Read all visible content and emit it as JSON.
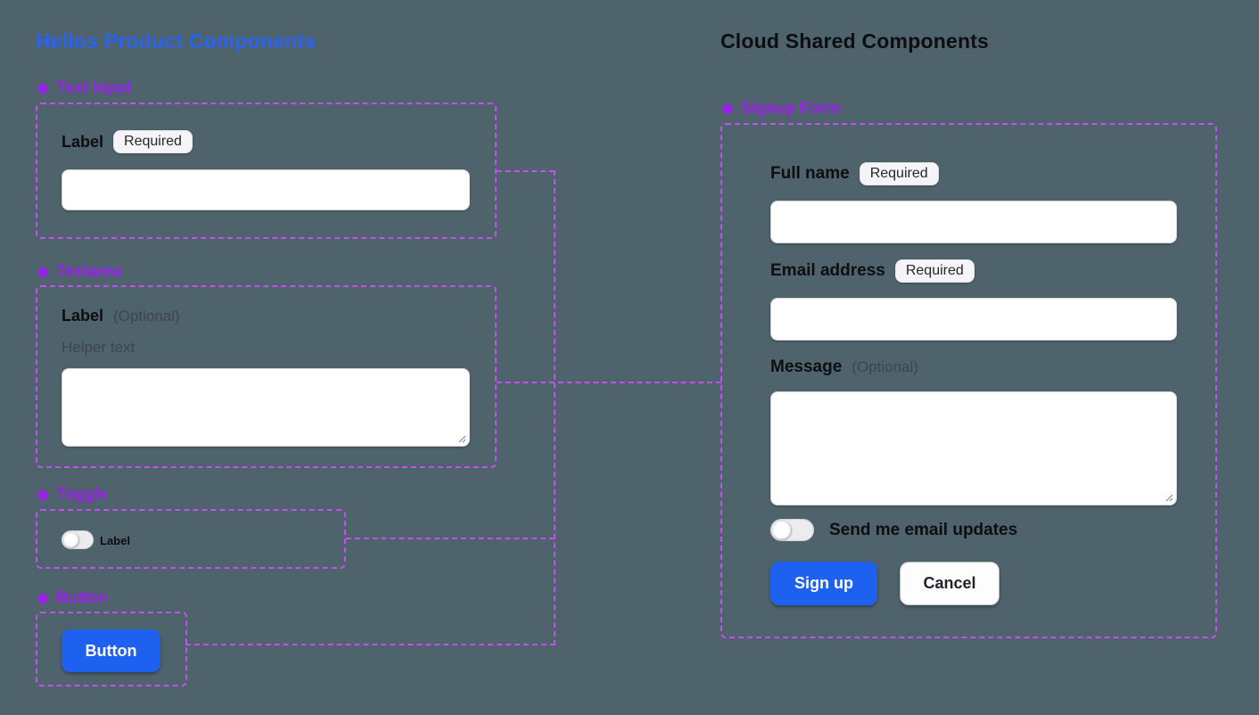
{
  "icons": {
    "component_glyph": "❖"
  },
  "colors": {
    "background": "#4E636B",
    "title_blue": "#2A62F1",
    "component_purple": "#9C1FF0",
    "dashed_purple": "#C44FF2",
    "primary_button_blue": "#1E61F0",
    "text_dark": "#0D0D12",
    "muted_gray": "#3F454D"
  },
  "left_panel": {
    "title": "Helios Product Components",
    "sections": [
      {
        "label": "Text Input"
      },
      {
        "label": "Textarea"
      },
      {
        "label": "Toggle"
      },
      {
        "label": "Button"
      }
    ],
    "text_input": {
      "label": "Label",
      "badge": "Required",
      "value": "",
      "placeholder": ""
    },
    "textarea": {
      "label": "Label",
      "optional": "(Optional)",
      "helper": "Helper text",
      "value": "",
      "placeholder": ""
    },
    "toggle": {
      "label": "Label",
      "state": "off"
    },
    "button": {
      "label": "Button"
    }
  },
  "right_panel": {
    "title": "Cloud Shared Components",
    "section_label": "Signup Form",
    "form": {
      "fields": [
        {
          "label": "Full name",
          "badge": "Required",
          "value": "",
          "placeholder": ""
        },
        {
          "label": "Email address",
          "badge": "Required",
          "value": "",
          "placeholder": ""
        },
        {
          "label": "Message",
          "optional": "(Optional)",
          "value": "",
          "placeholder": ""
        }
      ],
      "toggle": {
        "label": "Send me email updates",
        "state": "off"
      },
      "buttons": [
        {
          "label": "Sign up",
          "variant": "primary"
        },
        {
          "label": "Cancel",
          "variant": "secondary"
        }
      ]
    }
  }
}
